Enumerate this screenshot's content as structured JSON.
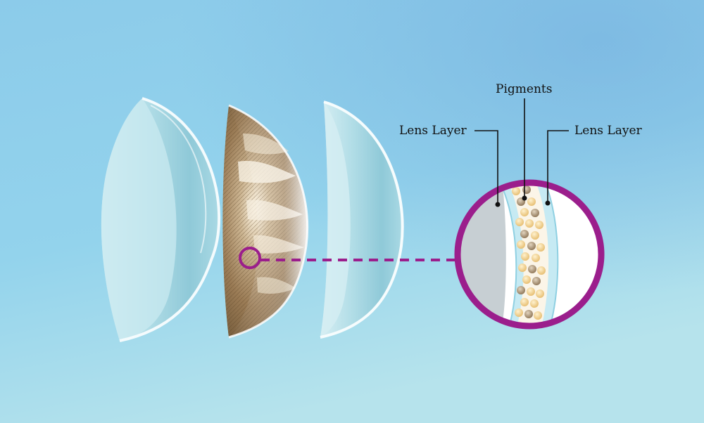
{
  "labels": {
    "pigments": "Pigments",
    "lens_layer_left": "Lens Layer",
    "lens_layer_right": "Lens Layer"
  },
  "colors": {
    "background_top": "#8fcdea",
    "background_bottom": "#b4e2ec",
    "magnifier_ring": "#9b1e8c",
    "lens_edge": "#e9f6fa",
    "lens_body": "#9fd3e1",
    "pigment_gold": "#ecc98a",
    "pigment_brown": "#a99277"
  }
}
